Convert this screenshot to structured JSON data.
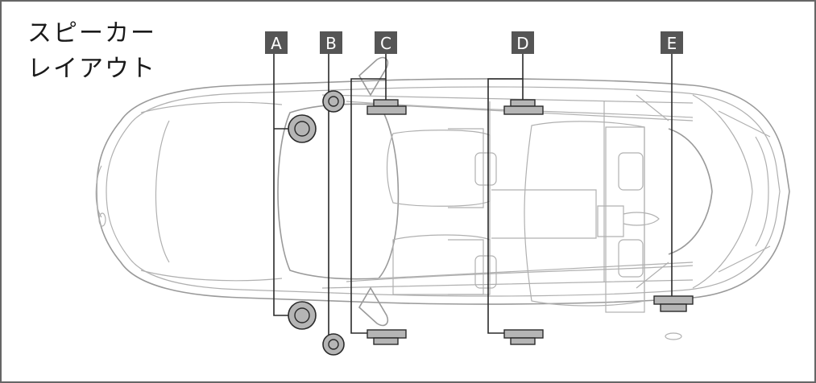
{
  "title_line1": "スピーカー",
  "title_line2": "レイアウト",
  "labels": {
    "a": "A",
    "b": "B",
    "c": "C",
    "d": "D",
    "e": "E"
  },
  "colors": {
    "label_background": "#555555",
    "speaker_fill": "#b5b5b5",
    "car_outline": "#9a9a9a",
    "border": "#666666"
  },
  "icons": [
    "car-top-view-icon",
    "round-speaker-icon",
    "flat-speaker-icon"
  ]
}
